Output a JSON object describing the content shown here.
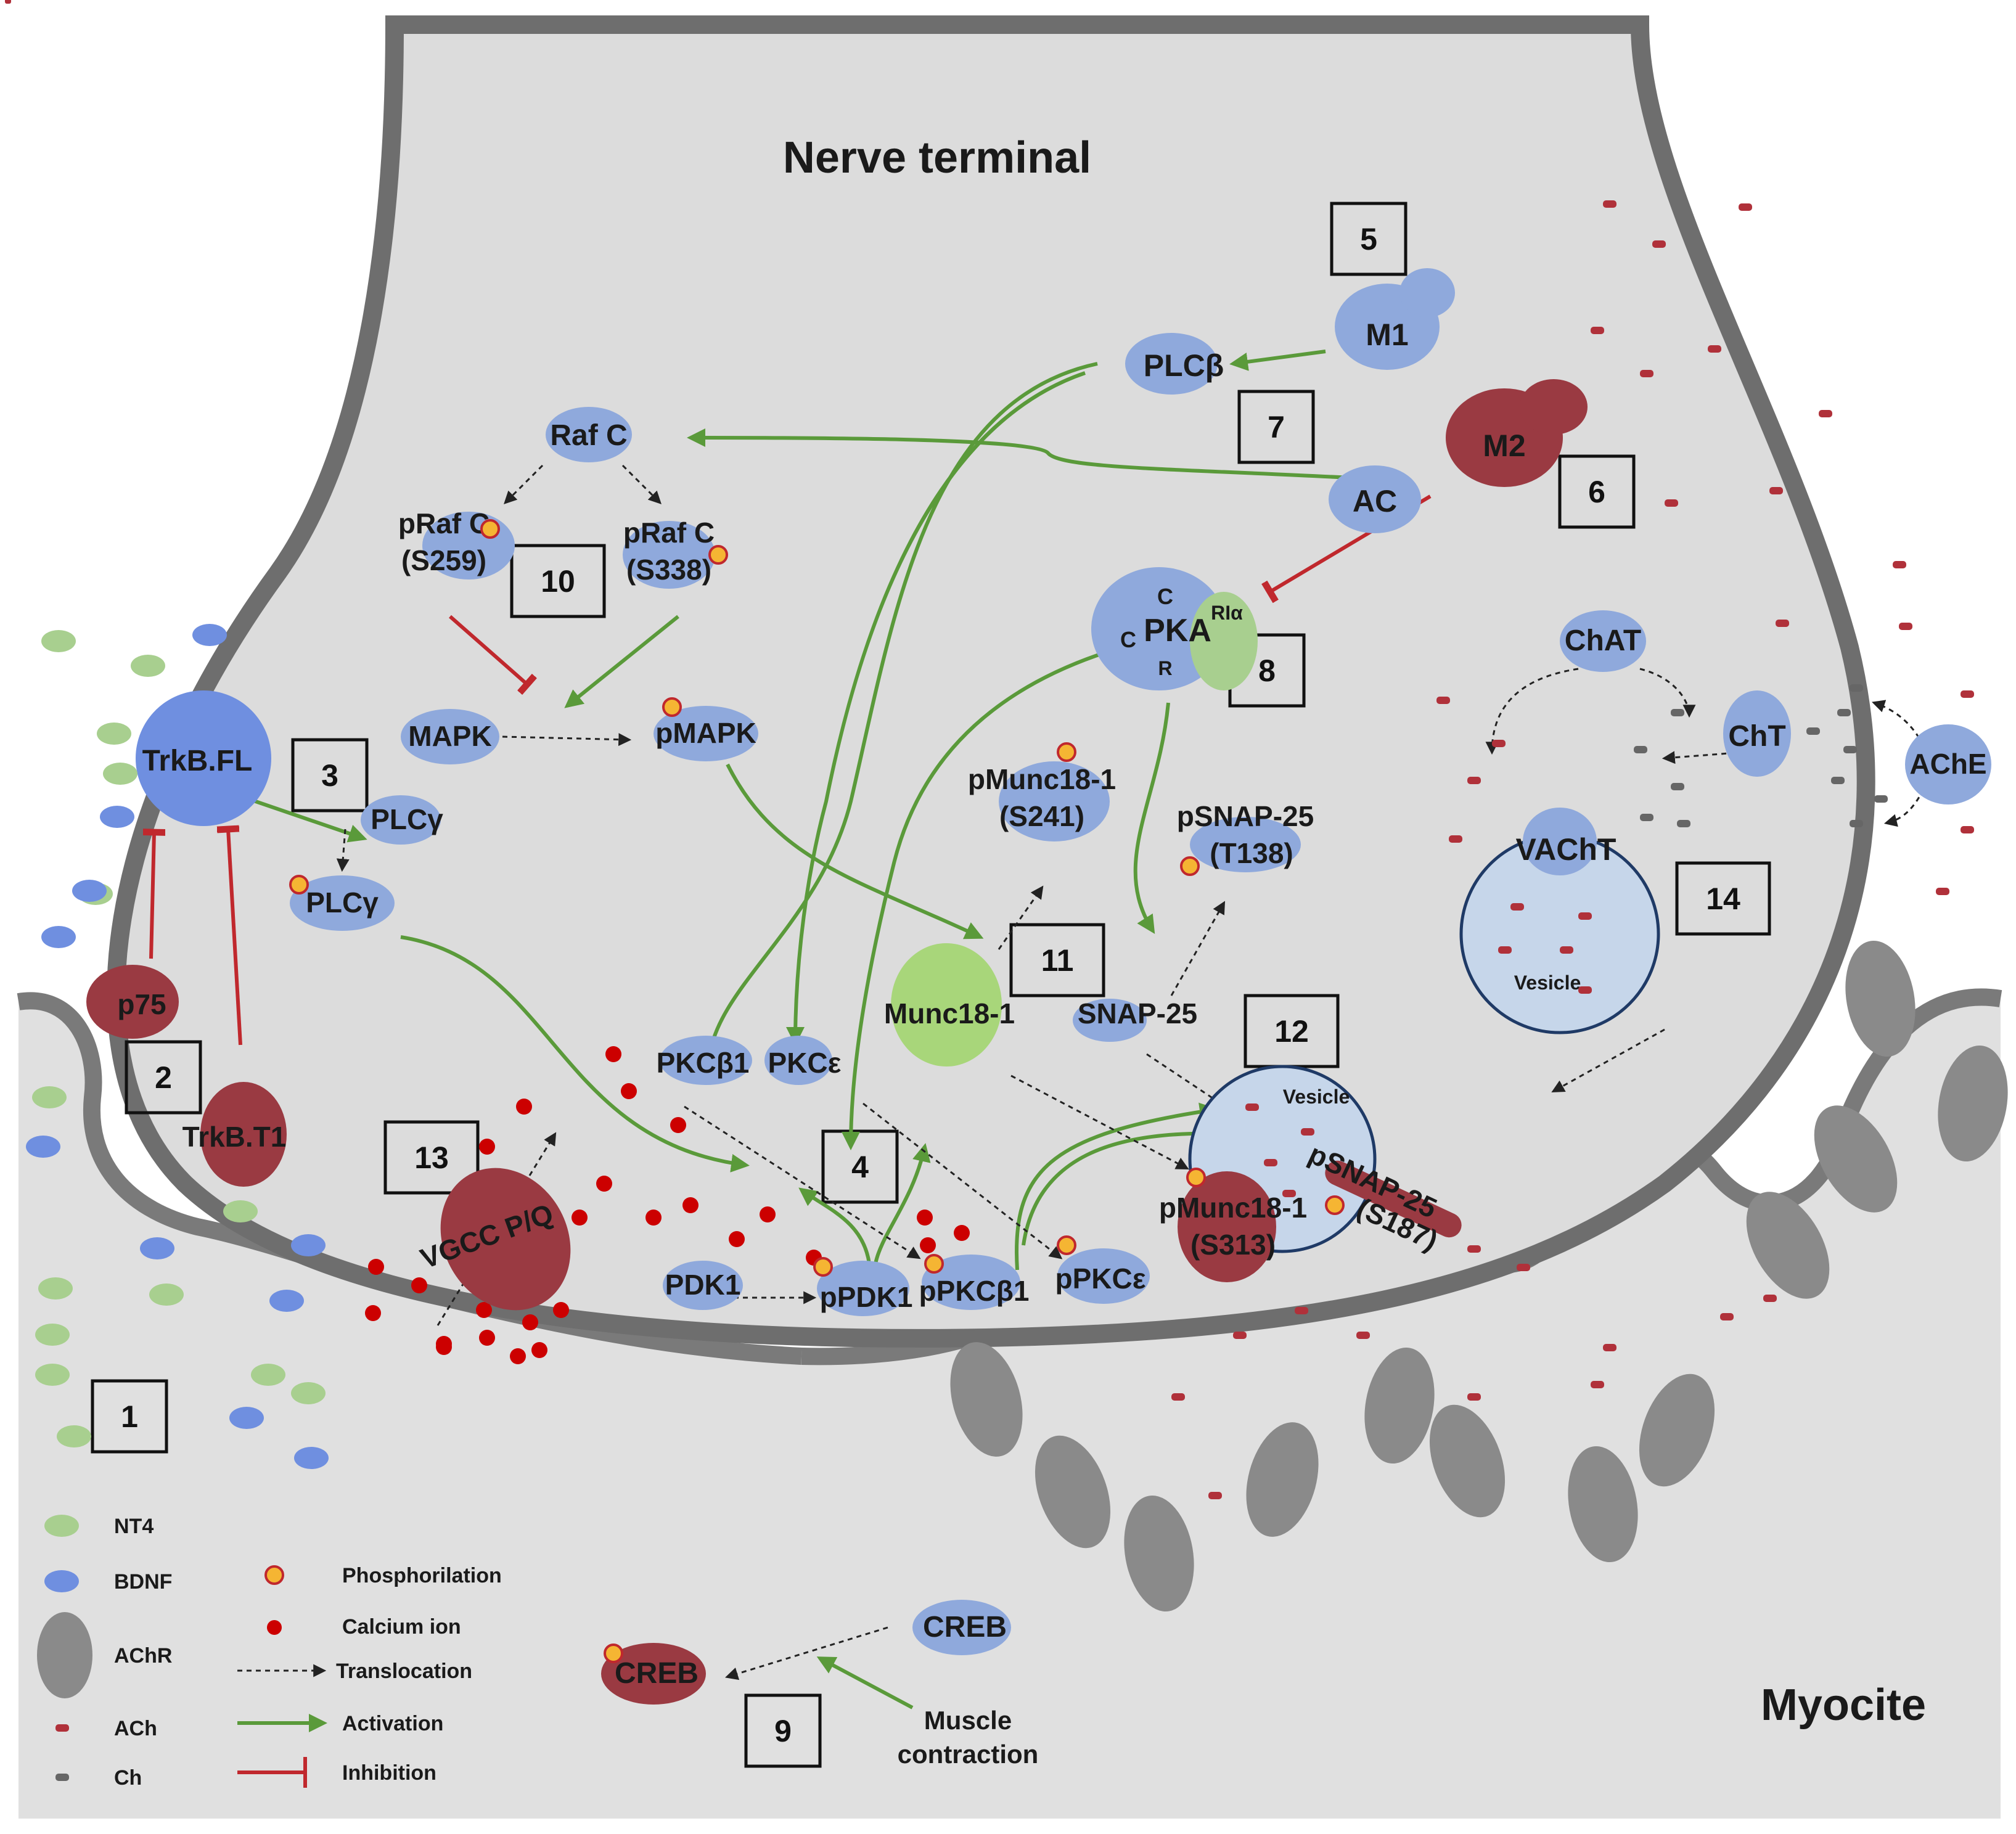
{
  "title": "Nerve terminal",
  "myocyte_label": "Myocite",
  "boxes": [
    "1",
    "2",
    "3",
    "4",
    "5",
    "6",
    "7",
    "8",
    "9",
    "10",
    "11",
    "12",
    "13",
    "14"
  ],
  "molecules": {
    "m1": "M1",
    "m2": "M2",
    "plcb": "PLCβ",
    "ac": "AC",
    "rafc": "Raf C",
    "praf259_a": "pRaf C",
    "praf259_b": "(S259)",
    "praf338_a": "pRaf C",
    "praf338_b": "(S338)",
    "pka": "PKA",
    "pka_c1": "C",
    "pka_c2": "C",
    "pka_r": "R",
    "pka_ria": "RIα",
    "chat": "ChAT",
    "cht": "ChT",
    "ache": "AChE",
    "vacht": "VAChT",
    "vesicle1": "Vesicle",
    "vesicle2": "Vesicle",
    "trkbfl": "TrkB.FL",
    "trkbt1": "TrkB.T1",
    "p75": "p75",
    "plcg": "PLCγ",
    "pplcg": "PLCγ",
    "mapk": "MAPK",
    "pmapk": "pMAPK",
    "pmunc241_a": "pMunc18-1",
    "pmunc241_b": "(S241)",
    "psnap138_a": "pSNAP-25",
    "psnap138_b": "(T138)",
    "munc": "Munc18-1",
    "snap": "SNAP-25",
    "pkcb1": "PKCβ1",
    "pkce": "PKCε",
    "pdk1": "PDK1",
    "ppdk1": "pPDK1",
    "ppkcb1": "pPKCβ1",
    "ppkce": "pPKCε",
    "pmunc313_a": "pMunc18-1",
    "pmunc313_b": "(S313)",
    "psnap187_a": "pSNAP-25",
    "psnap187_b": "(S187)",
    "vgcc": "VGCC P/Q",
    "creb": "CREB",
    "pcreb": "CREB",
    "muscle_a": "Muscle",
    "muscle_b": "contraction"
  },
  "legend": {
    "nt4": "NT4",
    "bdnf": "BDNF",
    "achr": "AChR",
    "ach": "ACh",
    "ch": "Ch",
    "phos": "Phosphorilation",
    "calcium": "Calcium ion",
    "transloc": "Translocation",
    "activation": "Activation",
    "inhibition": "Inhibition"
  },
  "colors": {
    "terminal_fill": "#dcdcdc",
    "membrane": "#6e6e6e",
    "blue_protein": "#8fa9dc",
    "red_protein": "#9a3a42",
    "activation": "#5a9a3a",
    "inhibition": "#c0282d",
    "calcium": "#cc0000",
    "phosphate": "#f5b533"
  }
}
